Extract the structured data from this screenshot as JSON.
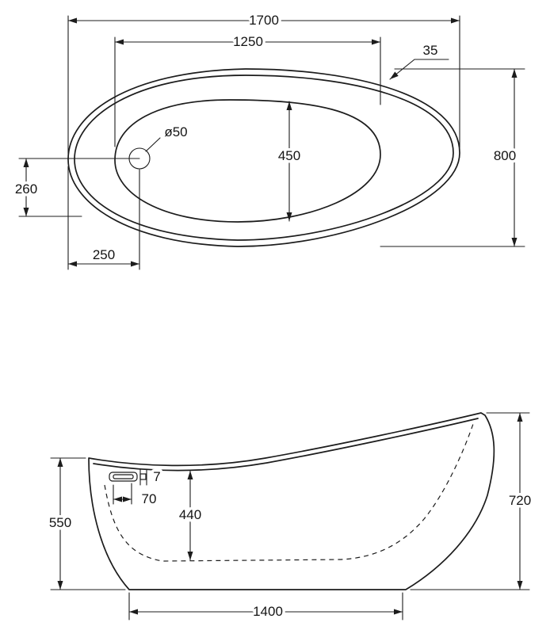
{
  "drawing": {
    "top_view": {
      "overall_length": "1700",
      "basin_length": "1250",
      "rim_thickness": "35",
      "overall_width": "800",
      "basin_width": "450",
      "drain_offset_from_edge": "260",
      "drain_offset_from_end": "250",
      "drain_diameter": "ø50"
    },
    "side_view": {
      "overall_height_back": "720",
      "rim_height_front": "550",
      "inner_depth": "440",
      "base_length": "1400",
      "overflow_offset": "70",
      "overflow_gap": "7"
    }
  }
}
